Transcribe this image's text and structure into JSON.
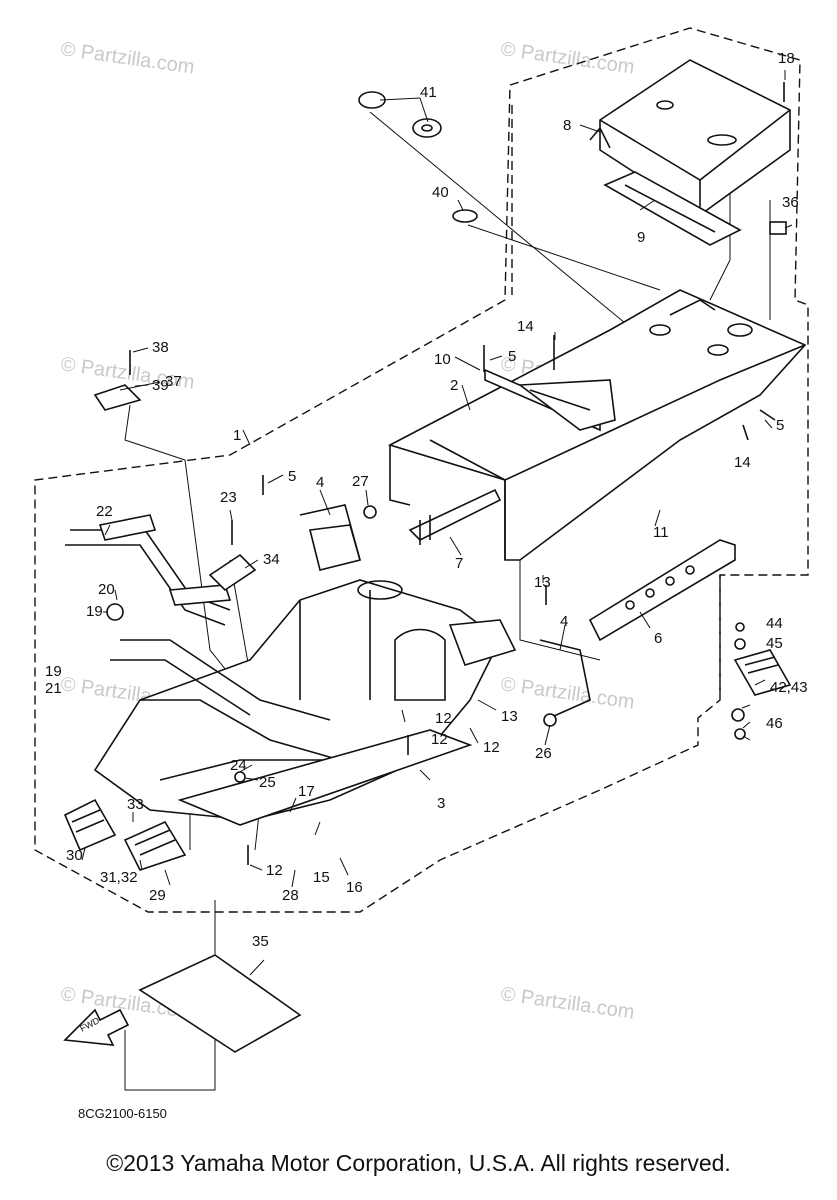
{
  "watermarks": [
    "© Partzilla.com",
    "© Partzilla.com",
    "© Partzilla.com",
    "© Partzilla.com",
    "© Partzilla.com",
    "© Partzilla.com",
    "© Partzilla.com",
    "© Partzilla.com"
  ],
  "diagram_code": "8CG2100-6150",
  "fwd_label": "FWD",
  "copyright": "©2013 Yamaha Motor Corporation, U.S.A. All rights reserved.",
  "callouts": [
    "1",
    "2",
    "3",
    "4",
    "4",
    "5",
    "5",
    "5",
    "6",
    "7",
    "8",
    "9",
    "10",
    "11",
    "12",
    "12",
    "12",
    "12",
    "13",
    "13",
    "14",
    "14",
    "15",
    "16",
    "17",
    "18",
    "19",
    "19",
    "20",
    "21",
    "22",
    "23",
    "24",
    "25",
    "26",
    "27",
    "28",
    "29",
    "30",
    "31,32",
    "33",
    "34",
    "35",
    "36",
    "37",
    "38",
    "39",
    "40",
    "41",
    "42,43",
    "44",
    "45",
    "46"
  ]
}
